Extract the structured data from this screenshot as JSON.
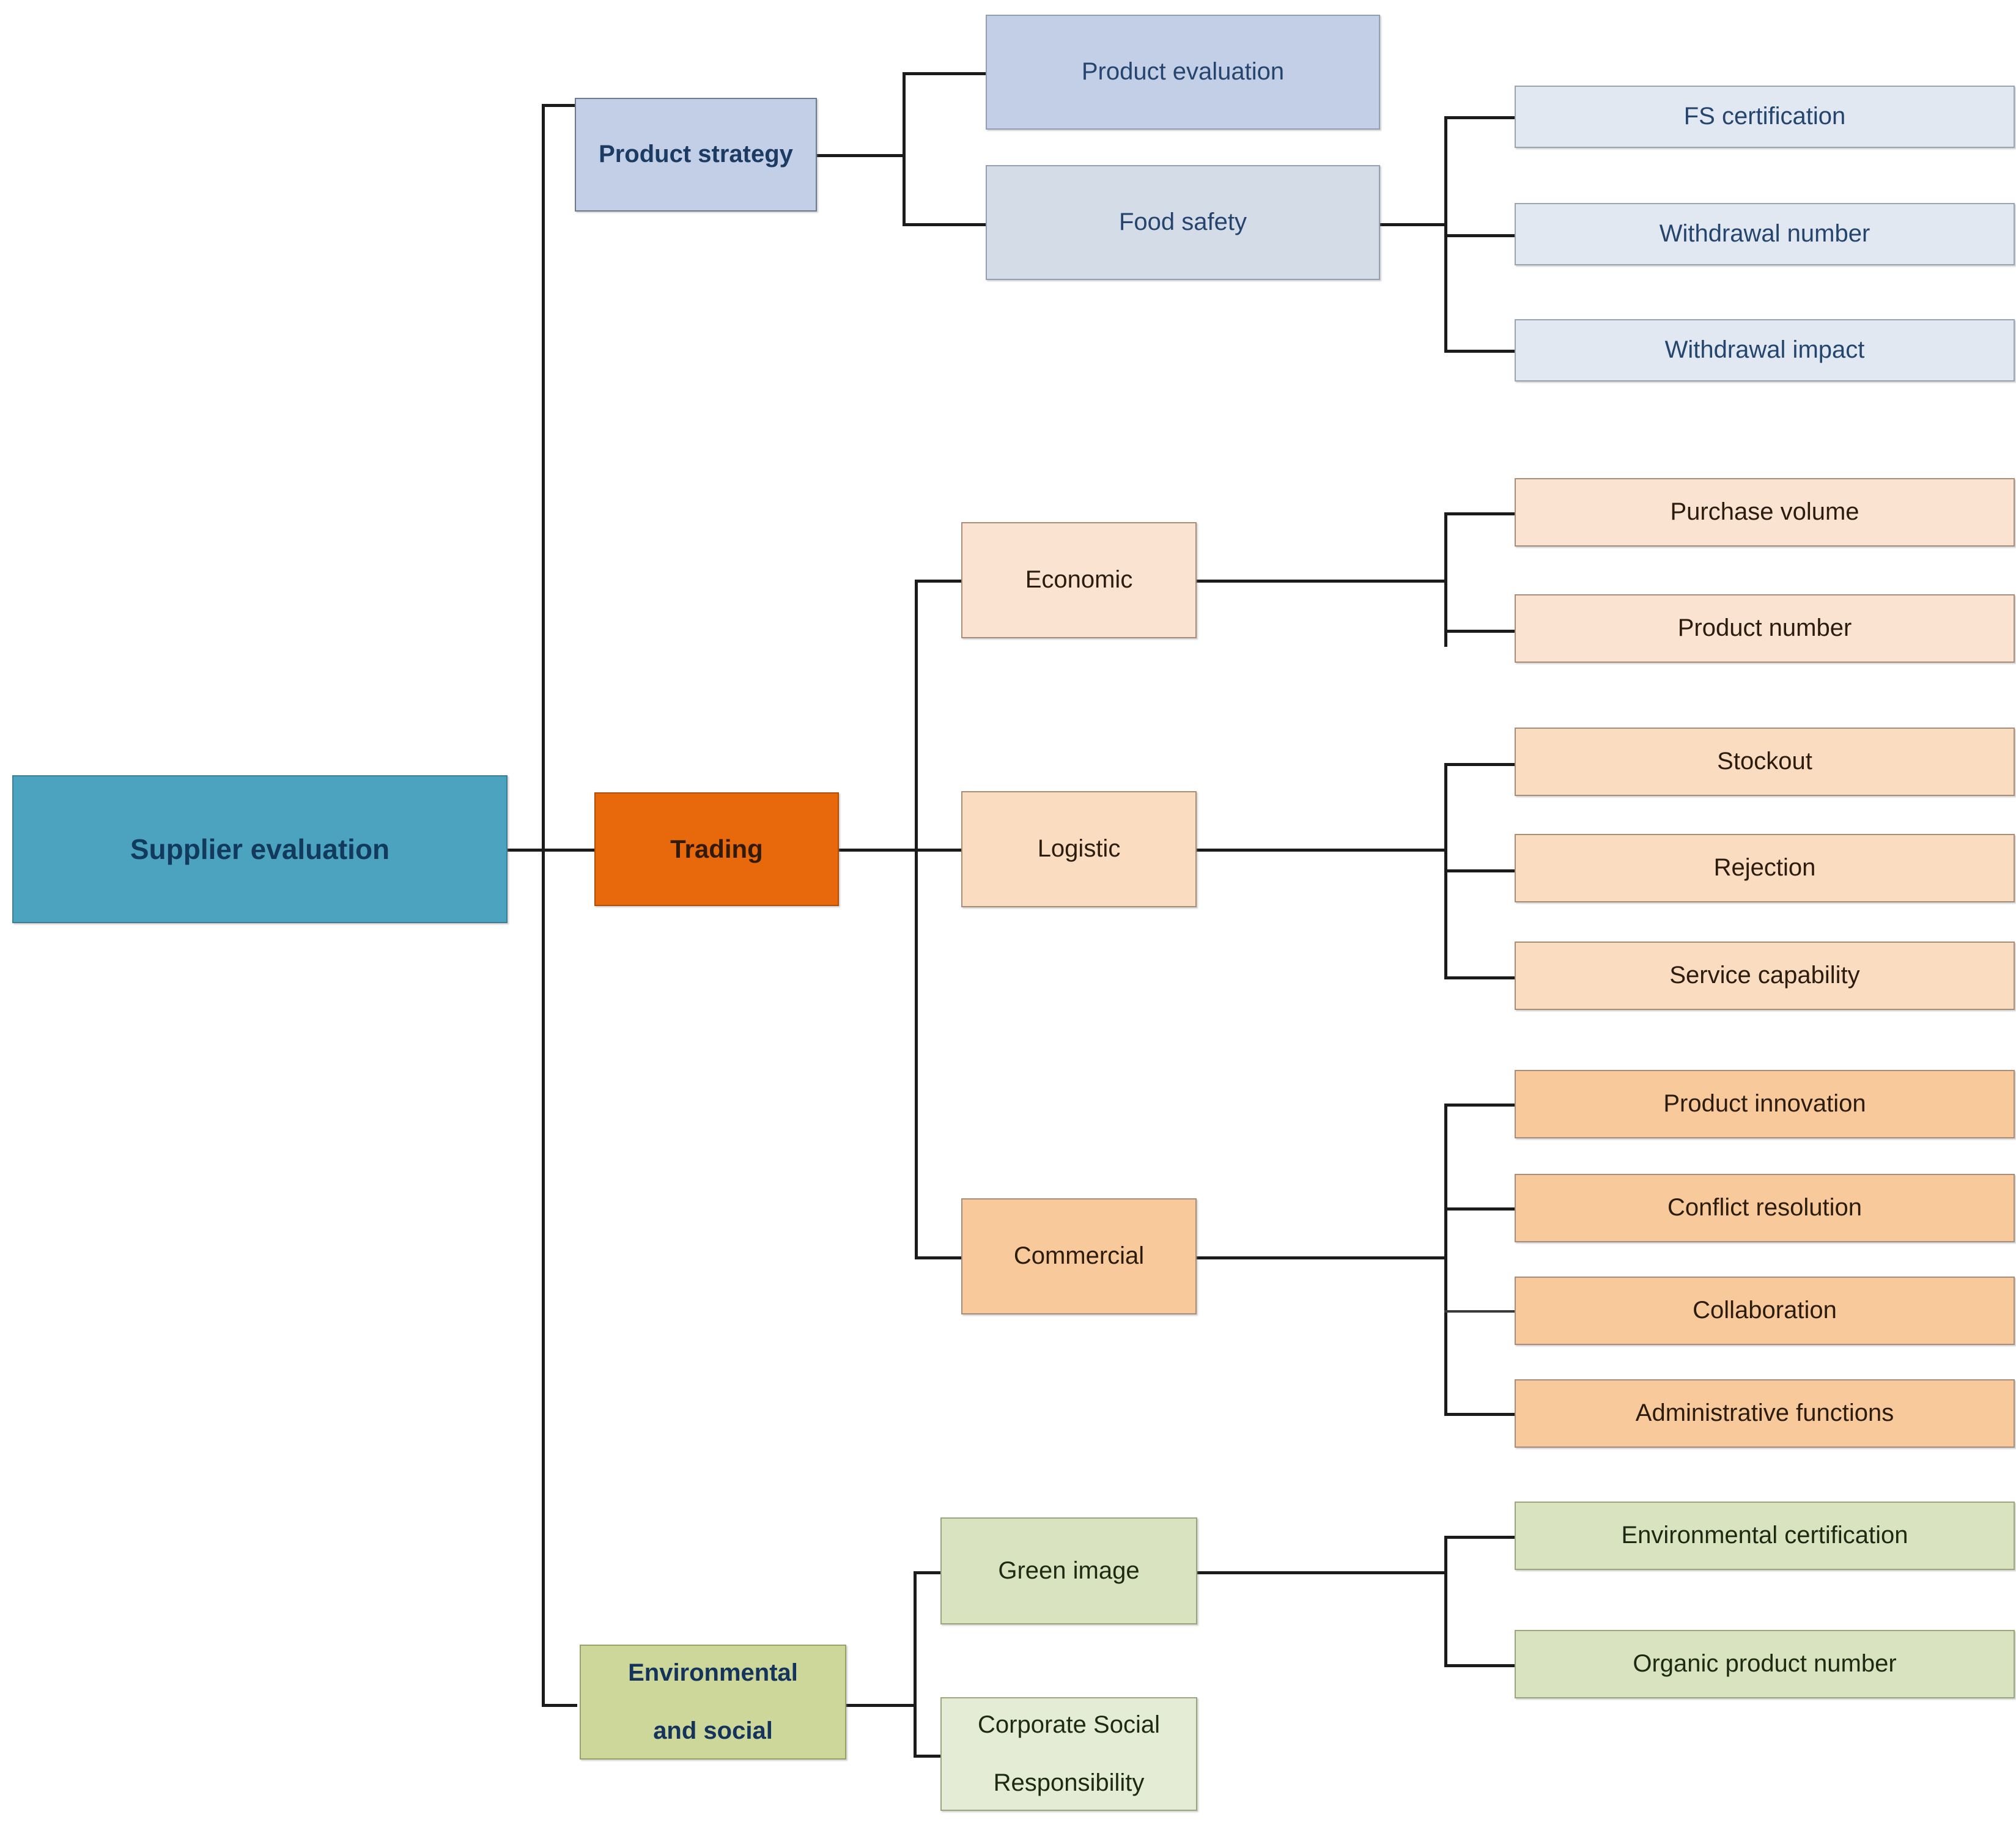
{
  "diagram": {
    "title": "Supplier evaluation",
    "type": "hierarchical-tree",
    "root": {
      "label": "Supplier evaluation",
      "color": "#4ba3bf"
    },
    "branches": [
      {
        "label": "Product strategy",
        "color": "#c3cfe6",
        "children": [
          {
            "label": "Product evaluation",
            "color": "#c3cfe6",
            "children": []
          },
          {
            "label": "Food safety",
            "color": "#d4dce8",
            "children": [
              {
                "label": "FS certification",
                "color": "#e1e8f2"
              },
              {
                "label": "Withdrawal number",
                "color": "#e1e8f2"
              },
              {
                "label": "Withdrawal impact",
                "color": "#e1e8f2"
              }
            ]
          }
        ]
      },
      {
        "label": "Trading",
        "color": "#e8690b",
        "children": [
          {
            "label": "Economic",
            "color": "#fbe3d2",
            "children": [
              {
                "label": "Purchase volume",
                "color": "#fbe3d2"
              },
              {
                "label": "Product number",
                "color": "#fbe3d2"
              }
            ]
          },
          {
            "label": "Logistic",
            "color": "#fadcc0",
            "children": [
              {
                "label": "Stockout",
                "color": "#fadcc0"
              },
              {
                "label": "Rejection",
                "color": "#fadcc0"
              },
              {
                "label": "Service capability",
                "color": "#fadcc0"
              }
            ]
          },
          {
            "label": "Commercial",
            "color": "#f8c99a",
            "children": [
              {
                "label": "Product innovation",
                "color": "#f8c99a"
              },
              {
                "label": "Conflict resolution",
                "color": "#f8c99a"
              },
              {
                "label": "Collaboration",
                "color": "#f8c99a"
              },
              {
                "label": "Administrative functions",
                "color": "#f8c99a"
              }
            ]
          }
        ]
      },
      {
        "label": "Environmental and social",
        "label_line1": "Environmental",
        "label_line2": "and social",
        "color": "#cdd79a",
        "children": [
          {
            "label": "Green image",
            "color": "#d9e3c0",
            "children": [
              {
                "label": "Environmental certification",
                "color": "#d9e3c0"
              },
              {
                "label": "Organic product number",
                "color": "#d9e3c0"
              }
            ]
          },
          {
            "label": "Corporate Social Responsibility",
            "label_line1": "Corporate Social",
            "label_line2": "Responsibility",
            "color": "#e5ecd6",
            "children": []
          }
        ]
      }
    ]
  }
}
